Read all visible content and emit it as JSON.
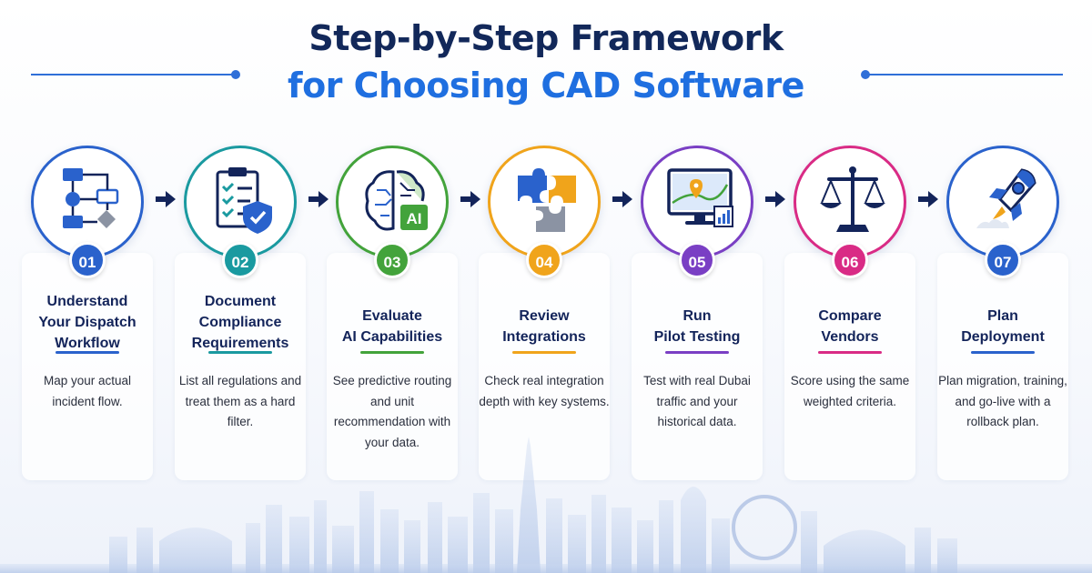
{
  "header": {
    "title_line1": "Step-by-Step Framework",
    "title_line2": "for Choosing CAD Software"
  },
  "steps": [
    {
      "number": "01",
      "title": "Understand\nYour Dispatch\nWorkflow",
      "description": "Map your actual incident flow.",
      "color": "#2a62cc",
      "icon": "flowchart-icon"
    },
    {
      "number": "02",
      "title": "Document\nCompliance\nRequirements",
      "description": "List all regulations and treat them as a hard filter.",
      "color": "#1a9aa0",
      "icon": "compliance-checklist-icon"
    },
    {
      "number": "03",
      "title": "Evaluate\nAI Capabilities",
      "description": "See predictive routing and unit recommendation with your data.",
      "color": "#43a33b",
      "icon": "ai-brain-icon"
    },
    {
      "number": "04",
      "title": "Review\nIntegrations",
      "description": "Check real integration depth with key systems.",
      "color": "#f0a41b",
      "icon": "puzzle-icon"
    },
    {
      "number": "05",
      "title": "Run\nPilot Testing",
      "description": "Test with real Dubai traffic and your historical data.",
      "color": "#7a3fc4",
      "icon": "monitor-map-icon"
    },
    {
      "number": "06",
      "title": "Compare\nVendors",
      "description": "Score using the same weighted criteria.",
      "color": "#d92b85",
      "icon": "scales-icon"
    },
    {
      "number": "07",
      "title": "Plan\nDeployment",
      "description": "Plan migration, training, and go-live with a rollback plan.",
      "color": "#2a62cc",
      "icon": "rocket-icon"
    }
  ]
}
